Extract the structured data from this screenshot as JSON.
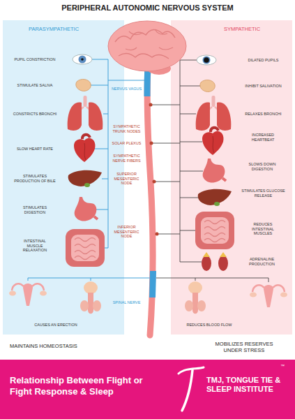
{
  "diagram": {
    "title": "PERIPHERAL AUTONOMIC NERVOUS SYSTEM",
    "nodes": [
      {
        "text": [
          "PARASYMPATHETIC"
        ]
      },
      {
        "text": [
          "SYMPATHETIC"
        ]
      },
      {
        "text": [
          "Relationship Between Flight or Fight Response & Sleep",
          "TMJ, TONGUE TIE & SLEEP INSTITUTE"
        ]
      }
    ],
    "labels": [
      "PUPIL CONSTRICTION",
      "STIMULATE SALIVA",
      "CONSTRICTS BRONCHI",
      "SLOW HEART RATE",
      "STIMULATES PRODUCTION OF BILE",
      "STIMULATES DIGESTION",
      "INTESTINAL MUSCLE RELAXATION",
      "CAUSES AN ERECTION",
      "MAINTAINS HOMEOSTASIS",
      "NERVUS VAGUS",
      "SYMPATHETIC TRUNK NODES",
      "SOLAR PLEXUS",
      "SYMPATHETIC NERVE FIBERS",
      "SUPERIOR MESENTERIC NODE",
      "INFERIOR MESENTERIC NODE",
      "SPINAL NERVE",
      "DILATED PUPILS",
      "INHIBIT SALIVATION",
      "RELAXES BRONCHI",
      "INCREASED HEARTBEAT",
      "SLOWS DOWN DIGESTION",
      "STIMULATES GLUCOSE RELEASE",
      "REDUCES INTESTINAL MUSCLES",
      "ADRENALINE PRODUCTION",
      "REDUCES BLOOD FLOW",
      "MOBILIZES RESERVES UNDER STRESS",
      "™"
    ]
  }
}
